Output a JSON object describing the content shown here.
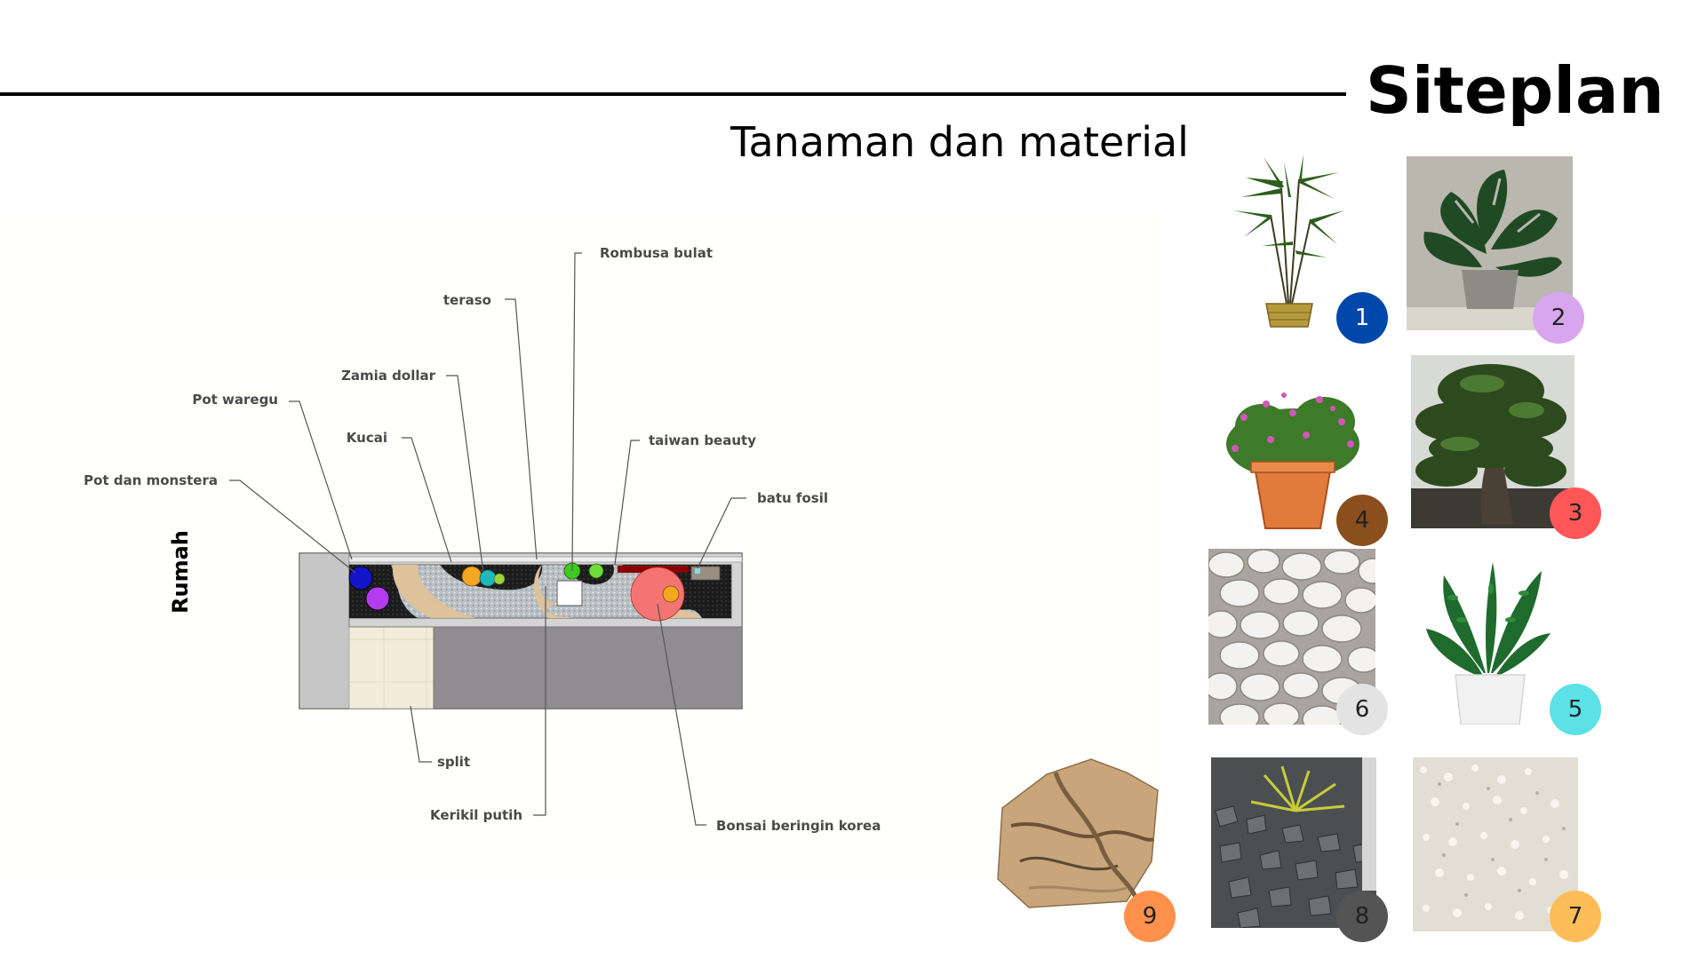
{
  "header": {
    "title": "Siteplan",
    "subtitle": "Tanaman dan material"
  },
  "plan": {
    "house_label": "Rumah",
    "labels": {
      "rombusa_bulat": "Rombusa bulat",
      "teraso": "teraso",
      "zamia_dollar": "Zamia dollar",
      "pot_waregu": "Pot waregu",
      "kucai": "Kucai",
      "taiwan_beauty": "taiwan beauty",
      "pot_dan_monstera": "Pot dan monstera",
      "batu_fosil": "batu fosil",
      "split": "split",
      "kerikil_putih": "Kerikil putih",
      "bonsai_beringin_korea": "Bonsai beringin korea"
    }
  },
  "gallery": [
    {
      "number": "1",
      "subject": "palm-waregu",
      "badge_color": "#0047ab",
      "text_color": "#ffffff"
    },
    {
      "number": "2",
      "subject": "monstera-pot",
      "badge_color": "#d8a6ee",
      "text_color": "#222222"
    },
    {
      "number": "3",
      "subject": "bonsai-beringin",
      "badge_color": "#ff5757",
      "text_color": "#222222"
    },
    {
      "number": "4",
      "subject": "taiwan-beauty",
      "badge_color": "#8b4e1d",
      "text_color": "#222222"
    },
    {
      "number": "5",
      "subject": "zamia",
      "badge_color": "#5ce1e6",
      "text_color": "#222222"
    },
    {
      "number": "6",
      "subject": "kerikil-putih",
      "badge_color": "#e3e3e3",
      "text_color": "#222222"
    },
    {
      "number": "7",
      "subject": "split-white",
      "badge_color": "#ffbd59",
      "text_color": "#222222"
    },
    {
      "number": "8",
      "subject": "split-grey",
      "badge_color": "#545454",
      "text_color": "#222222"
    },
    {
      "number": "9",
      "subject": "batu-fosil",
      "badge_color": "#ff914d",
      "text_color": "#222222"
    }
  ]
}
